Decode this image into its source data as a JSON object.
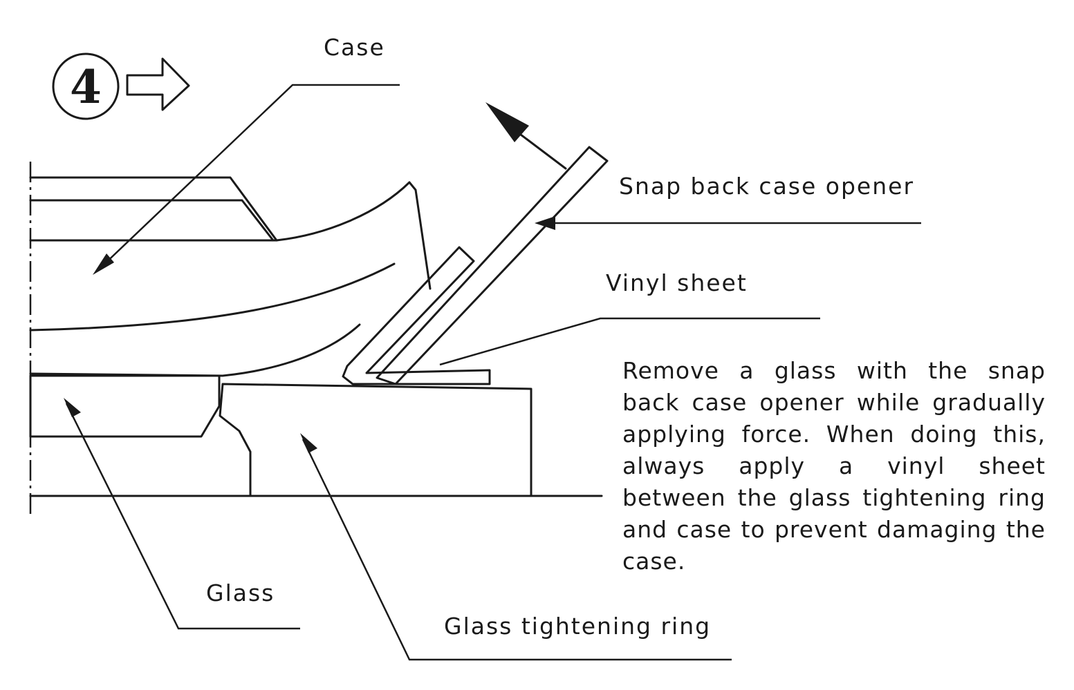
{
  "step": {
    "number": "4"
  },
  "labels": {
    "case": "Case",
    "opener": "Snap back case opener",
    "vinyl": "Vinyl sheet",
    "glass": "Glass",
    "ring": "Glass tightening ring"
  },
  "instruction": "Remove a glass with the snap back case opener while gradually applying force. When doing this, always apply a vinyl sheet between the glass tightening ring and case to prevent damaging the case."
}
